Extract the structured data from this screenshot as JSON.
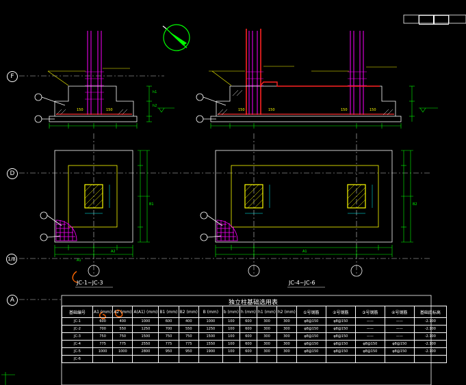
{
  "title_block": {
    "cells": [
      "",
      ""
    ]
  },
  "axes": [
    {
      "id": "axis-f",
      "label": "F"
    },
    {
      "id": "axis-d",
      "label": "D"
    },
    {
      "id": "axis-1b",
      "label": "1/B"
    },
    {
      "id": "axis-a",
      "label": "A"
    }
  ],
  "captions": {
    "left_plan": "JC-1~JC-3",
    "right_plan": "JC-4~JC-6"
  },
  "dim_labels": {
    "d150": "150",
    "a1": "A1",
    "b1": "B1",
    "a2": "A2",
    "b2": "B2",
    "h1": "h1",
    "h2": "h2"
  },
  "table": {
    "title": "独立柱基础选用表",
    "headers": [
      "基础编号",
      "A1\n(mm)",
      "A2\n(mm)",
      "A(A1)\n(mm)",
      "B1\n(mm)",
      "B2\n(mm)",
      "B\n(mm)",
      "b\n(mm)",
      "h\n(mm)",
      "h1\n(mm)",
      "h2\n(mm)",
      "①号钢筋",
      "②号钢筋",
      "③号钢筋",
      "④号钢筋",
      "基础底标高"
    ],
    "rows": [
      [
        "JC-1",
        "600",
        "400",
        "1000",
        "600",
        "400",
        "1000",
        "100",
        "600",
        "300",
        "300",
        "φ8@150",
        "φ8@150",
        "——",
        "——",
        "-2.100"
      ],
      [
        "JC-2",
        "700",
        "550",
        "1250",
        "700",
        "550",
        "1250",
        "100",
        "600",
        "300",
        "300",
        "φ8@150",
        "φ8@150",
        "——",
        "——",
        "-2.100"
      ],
      [
        "JC-3",
        "750",
        "750",
        "1500",
        "750",
        "750",
        "1500",
        "100",
        "600",
        "300",
        "300",
        "φ8@150",
        "φ8@150",
        "——",
        "——",
        "-2.100"
      ],
      [
        "JC-4",
        "775",
        "775",
        "2550",
        "775",
        "775",
        "1550",
        "100",
        "600",
        "300",
        "300",
        "φ8@150",
        "φ8@150",
        "φ8@150",
        "φ8@150",
        "-2.100"
      ],
      [
        "JC-5",
        "1000",
        "1000",
        "2800",
        "950",
        "950",
        "1900",
        "100",
        "600",
        "300",
        "300",
        "φ8@150",
        "φ8@150",
        "φ8@150",
        "φ8@150",
        "-2.100"
      ],
      [
        "JC-6",
        "",
        "",
        "",
        "",
        "",
        "",
        "",
        "",
        "",
        "",
        "",
        "",
        "",
        "",
        ""
      ]
    ]
  }
}
